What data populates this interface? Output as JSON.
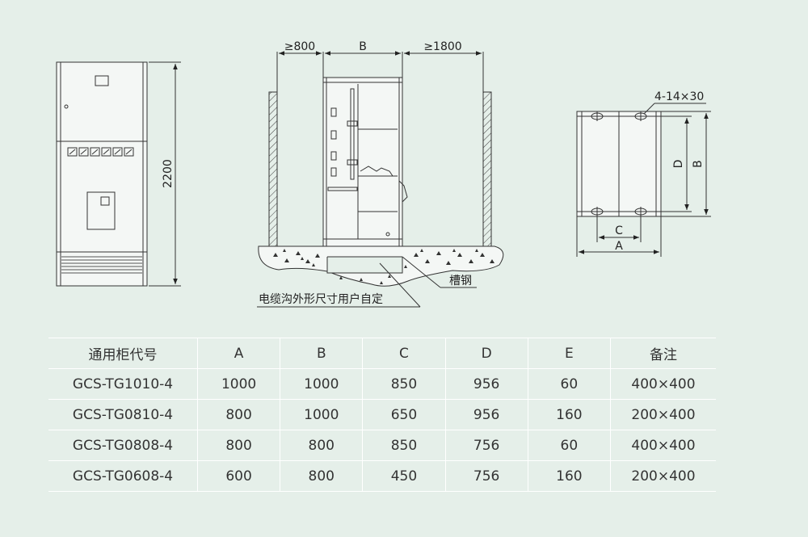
{
  "front_view": {
    "height_label": "2200"
  },
  "section_view": {
    "left_clearance": "≥800",
    "width_label": "B",
    "right_clearance": "≥1800",
    "trench_note": "电缆沟外形尺寸用户自定",
    "channel_steel_label": "槽钢"
  },
  "plan_view": {
    "holes_label": "4-14×30",
    "label_a": "A",
    "label_b": "B",
    "label_c": "C",
    "label_d": "D"
  },
  "table": {
    "headers": [
      "通用柜代号",
      "A",
      "B",
      "C",
      "D",
      "E",
      "备注"
    ],
    "rows": [
      [
        "GCS-TG1010-4",
        "1000",
        "1000",
        "850",
        "956",
        "60",
        "400×400"
      ],
      [
        "GCS-TG0810-4",
        "800",
        "1000",
        "650",
        "956",
        "160",
        "200×400"
      ],
      [
        "GCS-TG0808-4",
        "800",
        "800",
        "850",
        "756",
        "60",
        "400×400"
      ],
      [
        "GCS-TG0608-4",
        "600",
        "800",
        "450",
        "756",
        "160",
        "200×400"
      ]
    ]
  }
}
